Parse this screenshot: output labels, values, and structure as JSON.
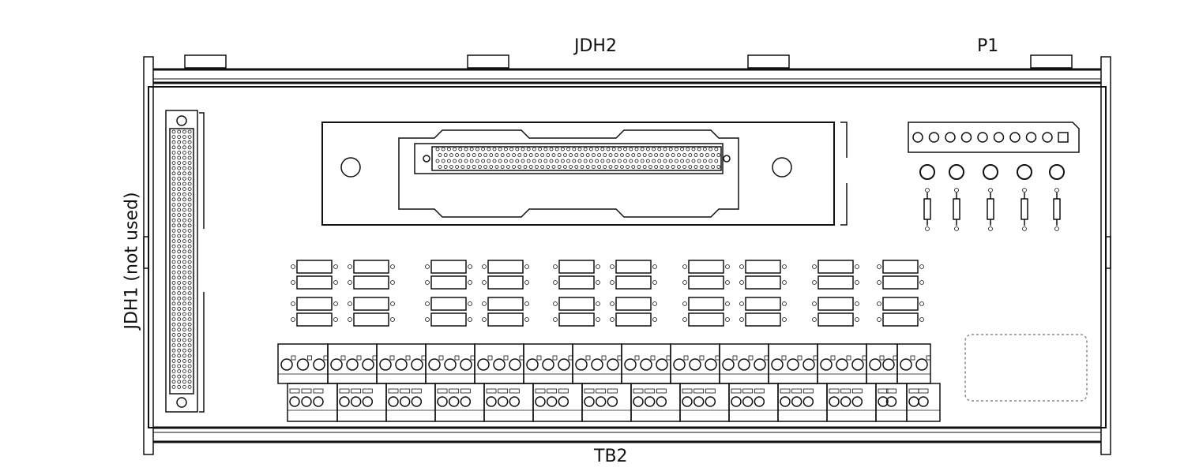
{
  "labels": {
    "jdh2": "JDH2",
    "p1": "P1",
    "tb2": "TB2",
    "jdh1": "JDH1 (not used)"
  },
  "colors": {
    "line": "#111111",
    "background": "#ffffff"
  }
}
